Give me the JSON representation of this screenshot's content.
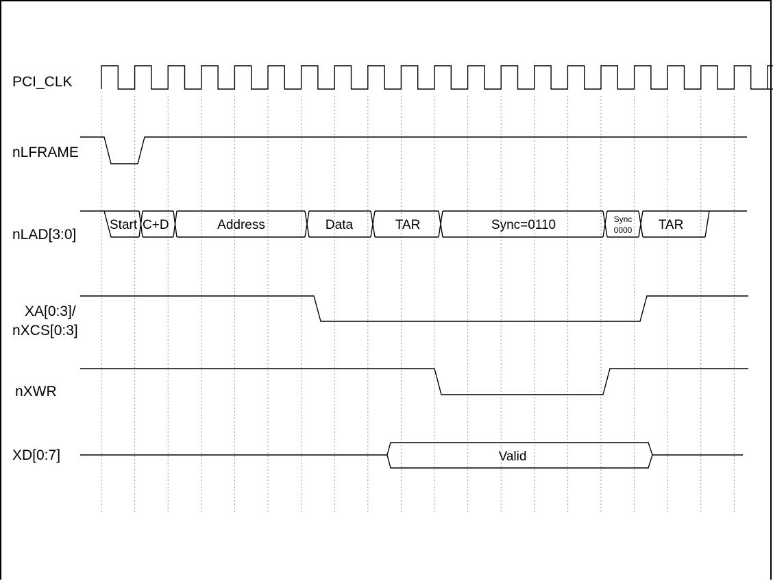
{
  "signals": [
    {
      "id": "pci_clk",
      "label": "PCI_CLK"
    },
    {
      "id": "nlframe",
      "label": "nLFRAME"
    },
    {
      "id": "nlad",
      "label": "nLAD[3:0]"
    },
    {
      "id": "xa",
      "label_line1": "XA[0:3]/",
      "label_line2": "nXCS[0:3]"
    },
    {
      "id": "nxwr",
      "label": "nXWR"
    },
    {
      "id": "xd",
      "label": "XD[0:7]"
    }
  ],
  "nlad_segments": {
    "start": "Start",
    "cd": "C+D",
    "address": "Address",
    "data": "Data",
    "tar1": "TAR",
    "sync": "Sync=0110",
    "sync0000_line1": "Sync",
    "sync0000_line2": "0000",
    "tar2": "TAR"
  },
  "xd_segments": {
    "valid": "Valid"
  },
  "colors": {
    "line": "#000000",
    "grid": "#9a9a9a",
    "background": "#ffffff"
  }
}
